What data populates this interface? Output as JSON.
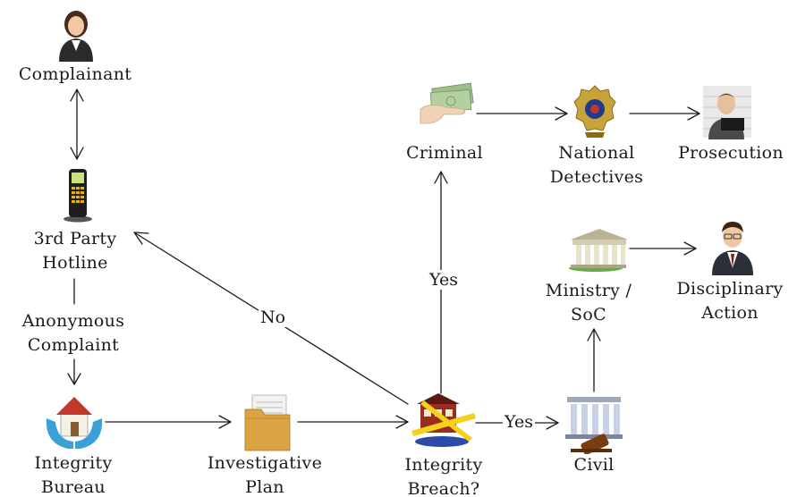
{
  "diagram": {
    "nodes": {
      "complainant": {
        "lines": [
          "Complainant"
        ],
        "icon": "businesswoman-icon"
      },
      "hotline": {
        "lines": [
          "3rd Party",
          "Hotline"
        ],
        "icon": "mobile-phone-icon"
      },
      "anonymous": {
        "lines": [
          "Anonymous",
          "Complaint"
        ]
      },
      "bureau": {
        "lines": [
          "Integrity",
          "Bureau"
        ],
        "icon": "house-in-hands-icon"
      },
      "plan": {
        "lines": [
          "Investigative",
          "Plan"
        ],
        "icon": "file-folder-icon"
      },
      "breach": {
        "lines": [
          "Integrity",
          "Breach?"
        ],
        "icon": "crime-scene-icon"
      },
      "civil": {
        "lines": [
          "Civil"
        ],
        "icon": "courthouse-gavel-icon"
      },
      "ministry": {
        "lines": [
          "Ministry /",
          "SoC"
        ],
        "icon": "government-building-icon"
      },
      "disciplinary": {
        "lines": [
          "Disciplinary",
          "Action"
        ],
        "icon": "businessman-icon"
      },
      "criminal": {
        "lines": [
          "Criminal"
        ],
        "icon": "cash-in-hand-icon"
      },
      "detectives": {
        "lines": [
          "National",
          "Detectives"
        ],
        "icon": "police-badge-icon"
      },
      "prosecution": {
        "lines": [
          "Prosecution"
        ],
        "icon": "prisoner-mugshot-icon"
      }
    },
    "edge_labels": {
      "no": "No",
      "yes_up": "Yes",
      "yes_right": "Yes"
    },
    "colors": {
      "arrow": "#1a1a1a",
      "folder": "#d9a441",
      "hands": "#3aa0d8",
      "house_roof": "#c0392b",
      "badge_gold": "#c8a23a",
      "tape": "#f2d21a"
    }
  }
}
